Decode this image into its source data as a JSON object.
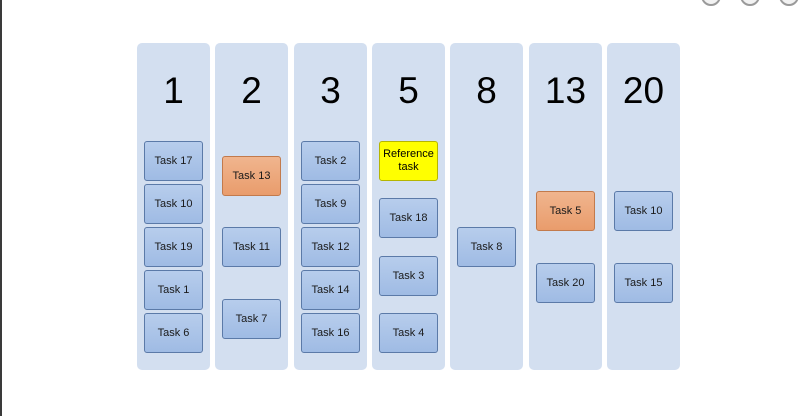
{
  "board": {
    "columns": [
      {
        "title": "1",
        "cards": [
          {
            "label": "Task 17",
            "style": "blue"
          },
          {
            "label": "Task 10",
            "style": "blue"
          },
          {
            "label": "Task 19",
            "style": "blue"
          },
          {
            "label": "Task 1",
            "style": "blue"
          },
          {
            "label": "Task 6",
            "style": "blue"
          }
        ]
      },
      {
        "title": "2",
        "cards": [
          {
            "label": "Task 13",
            "style": "orange"
          },
          {
            "label": "Task 11",
            "style": "blue"
          },
          {
            "label": "Task 7",
            "style": "blue"
          }
        ]
      },
      {
        "title": "3",
        "cards": [
          {
            "label": "Task 2",
            "style": "blue"
          },
          {
            "label": "Task 9",
            "style": "blue"
          },
          {
            "label": "Task 12",
            "style": "blue"
          },
          {
            "label": "Task 14",
            "style": "blue"
          },
          {
            "label": "Task 16",
            "style": "blue"
          }
        ]
      },
      {
        "title": "5",
        "cards": [
          {
            "label": "Reference task",
            "style": "yellow"
          },
          {
            "label": "Task 18",
            "style": "blue"
          },
          {
            "label": "Task 3",
            "style": "blue"
          },
          {
            "label": "Task 4",
            "style": "blue"
          }
        ]
      },
      {
        "title": "8",
        "cards": [
          {
            "label": "Task 8",
            "style": "blue"
          }
        ]
      },
      {
        "title": "13",
        "cards": [
          {
            "label": "Task 5",
            "style": "orange"
          },
          {
            "label": "Task 20",
            "style": "blue"
          }
        ]
      },
      {
        "title": "20",
        "cards": [
          {
            "label": "Task 10",
            "style": "blue"
          },
          {
            "label": "Task 15",
            "style": "blue"
          }
        ]
      }
    ]
  },
  "colors": {
    "column_bg": "#d3dff0",
    "card_blue": "#a9c3e8",
    "card_orange": "#eda87a",
    "card_yellow": "#ffff00"
  }
}
